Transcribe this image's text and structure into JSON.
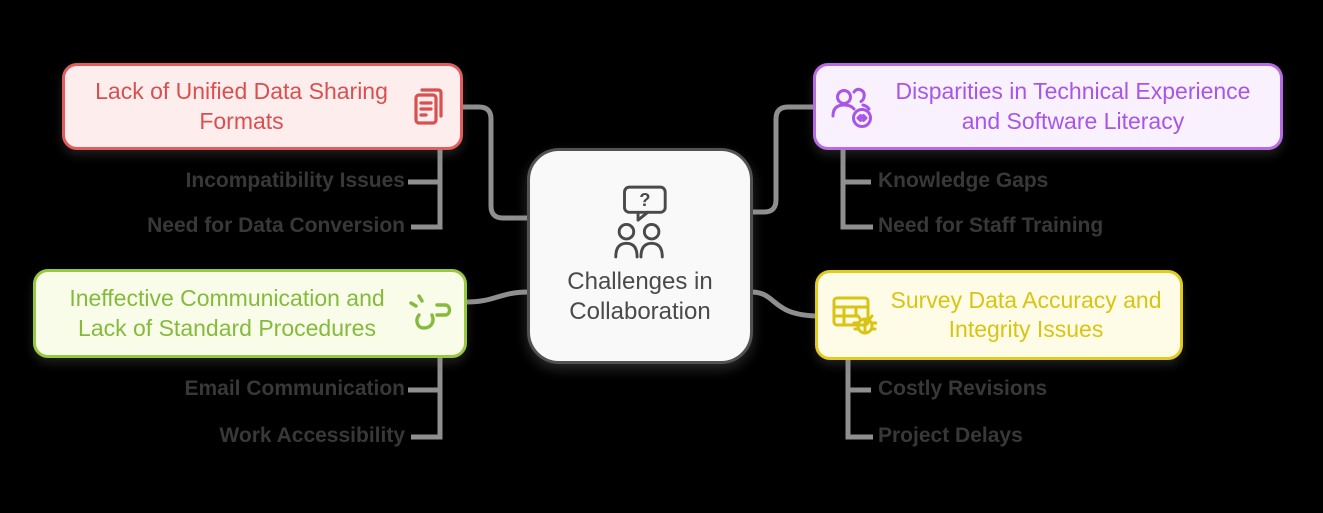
{
  "canvas": {
    "background": "#000000",
    "connector_color": "#8f8f8f",
    "child_text_color": "#383838"
  },
  "center": {
    "title": "Challenges in Collaboration",
    "icon": "people-question-bubble-icon",
    "fill": "#f9f9f9",
    "border": "#525252",
    "text_color": "#4a4a4a"
  },
  "branches": [
    {
      "position": "top-left",
      "label": "Lack of Unified Data Sharing Formats",
      "icon": "documents-copy-icon",
      "colors": {
        "border": "#e25d5d",
        "text": "#d95050",
        "fill": "#fdeded"
      },
      "children": [
        "Incompatibility Issues",
        "Need for Data Conversion"
      ]
    },
    {
      "position": "top-right",
      "label": "Disparities in Technical Experience and Software Literacy",
      "icon": "users-sync-icon",
      "colors": {
        "border": "#b76ce4",
        "text": "#a855e8",
        "fill": "#f9f1fe"
      },
      "children": [
        "Knowledge Gaps",
        "Need for Staff Training"
      ]
    },
    {
      "position": "bottom-left",
      "label": "Ineffective Communication and Lack of Standard Procedures",
      "icon": "broken-link-icon",
      "colors": {
        "border": "#97c83f",
        "text": "#85bb3c",
        "fill": "#f8fce8"
      },
      "children": [
        "Email Communication",
        "Work Accessibility"
      ]
    },
    {
      "position": "bottom-right",
      "label": "Survey Data Accuracy and Integrity Issues",
      "icon": "table-bug-icon",
      "colors": {
        "border": "#e0cb1e",
        "text": "#d9c414",
        "fill": "#fefce6"
      },
      "children": [
        "Costly Revisions",
        "Project Delays"
      ]
    }
  ]
}
